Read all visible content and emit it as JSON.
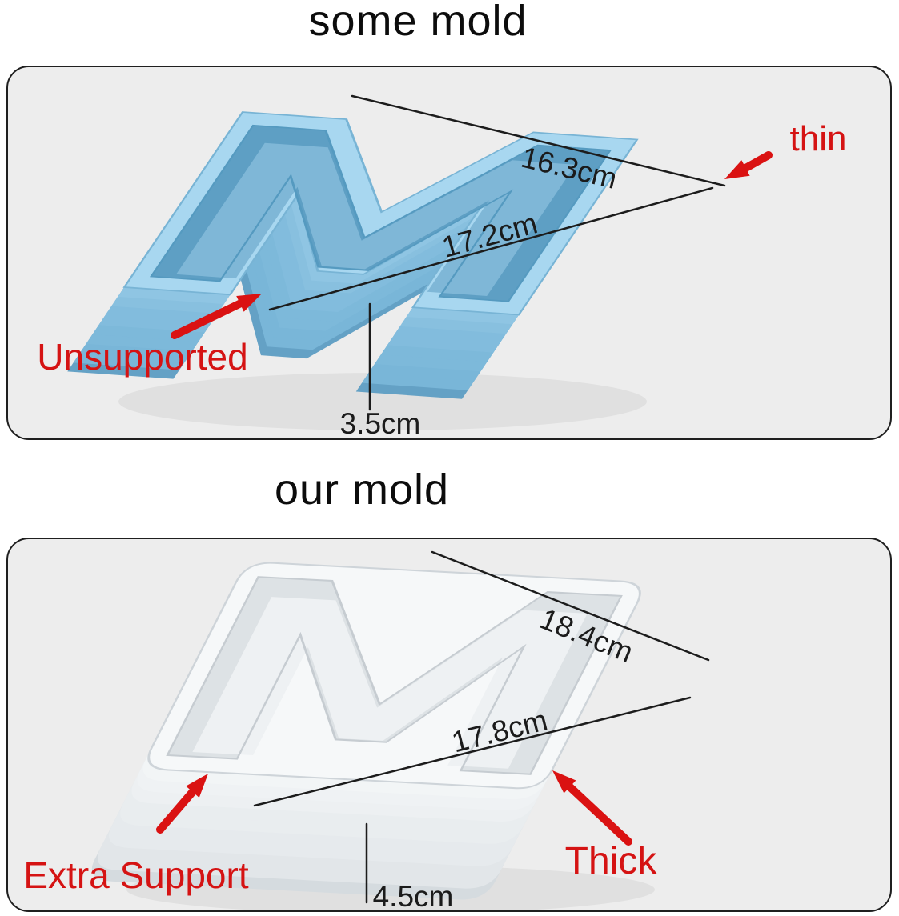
{
  "top_section": {
    "title": "some mold",
    "labels": {
      "thin": "thin",
      "unsupported": "Unsupported"
    },
    "measurements": {
      "top_width": "16.3cm",
      "front_width": "17.2cm",
      "depth": "3.5cm"
    }
  },
  "bottom_section": {
    "title": "our mold",
    "labels": {
      "extra_support": "Extra Support",
      "thick": "Thick"
    },
    "measurements": {
      "top_width": "18.4cm",
      "front_width": "17.8cm",
      "depth": "4.5cm"
    }
  },
  "colors": {
    "annotation_red": "#d51313",
    "measure_black": "#1b1b1b",
    "panel_background": "#ededed",
    "panel_border": "#1f1f1f",
    "mold_blue": "#a8d7f0",
    "mold_white": "#f6f8f9"
  }
}
